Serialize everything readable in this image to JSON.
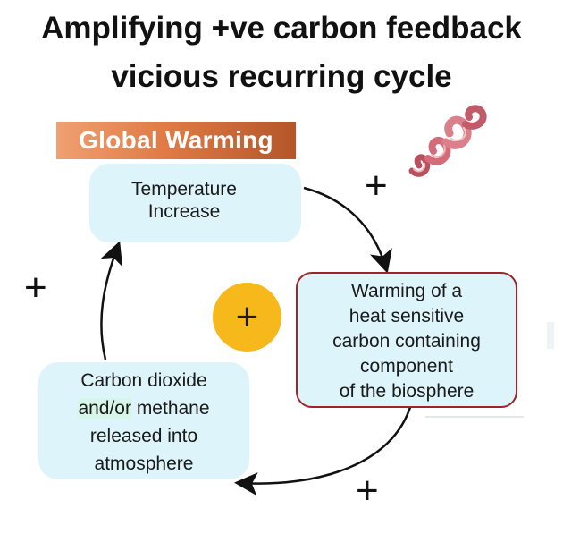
{
  "title": {
    "line1": "Amplifying +ve carbon feedback",
    "line2": "vicious recurring cycle"
  },
  "banner": "Global Warming",
  "nodes": {
    "temperature": [
      "Temperature",
      "Increase"
    ],
    "warming": [
      "Warming of a",
      "heat sensitive",
      "carbon containing",
      "component",
      "of the biosphere"
    ],
    "release": {
      "line1": "Carbon dioxide",
      "line2_highlight": "and/or",
      "line2_rest": " methane",
      "line3": "released into",
      "line4": "atmosphere"
    }
  },
  "signs": {
    "top_right": "+",
    "left": "+",
    "bottom_right": "+",
    "center": "+"
  },
  "colors": {
    "box_fill": "#def4fb",
    "banner": "#d9703d",
    "warming_border": "#a32228",
    "center_circle": "#f6b81a",
    "coil": "#d36b78"
  },
  "icons": [
    "coil-icon"
  ]
}
